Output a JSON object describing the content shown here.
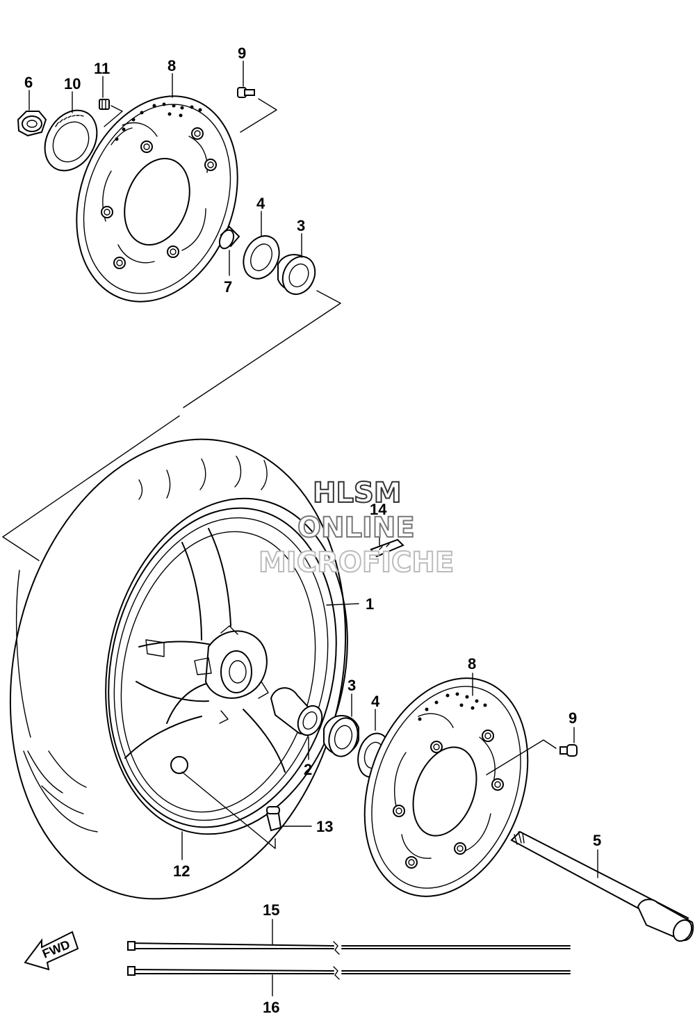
{
  "callouts": [
    {
      "key": "c1",
      "text": "1"
    },
    {
      "key": "c2",
      "text": "2"
    },
    {
      "key": "c3a",
      "text": "3"
    },
    {
      "key": "c3b",
      "text": "3"
    },
    {
      "key": "c4a",
      "text": "4"
    },
    {
      "key": "c4b",
      "text": "4"
    },
    {
      "key": "c5",
      "text": "5"
    },
    {
      "key": "c6",
      "text": "6"
    },
    {
      "key": "c7",
      "text": "7"
    },
    {
      "key": "c8a",
      "text": "8"
    },
    {
      "key": "c8b",
      "text": "8"
    },
    {
      "key": "c9a",
      "text": "9"
    },
    {
      "key": "c9b",
      "text": "9"
    },
    {
      "key": "c10",
      "text": "10"
    },
    {
      "key": "c11",
      "text": "11"
    },
    {
      "key": "c12",
      "text": "12"
    },
    {
      "key": "c13",
      "text": "13"
    },
    {
      "key": "c14",
      "text": "14"
    },
    {
      "key": "c15",
      "text": "15"
    },
    {
      "key": "c16",
      "text": "16"
    }
  ],
  "labels": {
    "c1": "1",
    "c2": "2",
    "c3a": "3",
    "c3b": "3",
    "c4a": "4",
    "c4b": "4",
    "c5": "5",
    "c6": "6",
    "c7": "7",
    "c8a": "8",
    "c8b": "8",
    "c9a": "9",
    "c9b": "9",
    "c10": "10",
    "c11": "11",
    "c12": "12",
    "c13": "13",
    "c14": "14",
    "c15": "15",
    "c16": "16"
  },
  "fwd_label": "FWD",
  "watermark": {
    "line1": "HLSM",
    "line2": "ONLINE",
    "line3": "MICROFICHE",
    "color1": "#333333",
    "color2": "#777777",
    "color3": "#bbbbbb"
  }
}
